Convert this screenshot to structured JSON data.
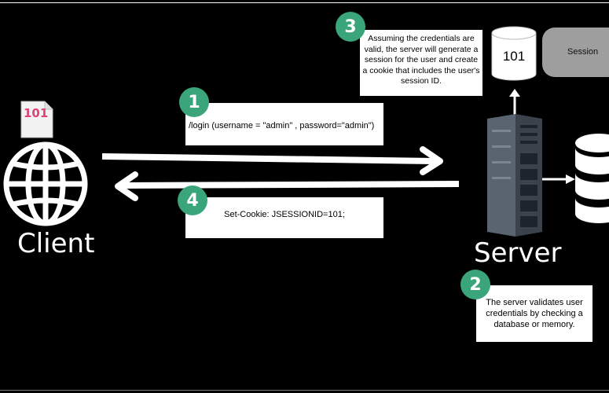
{
  "labels": {
    "client": "Client",
    "server": "Server",
    "session": "Session",
    "session_id": "101",
    "doc_icon_text": "101"
  },
  "steps": [
    {
      "number": "1",
      "text": "/login (username = \"admin\" , password=\"admin\")"
    },
    {
      "number": "2",
      "text": "The server validates user credentials by checking a database or memory."
    },
    {
      "number": "3",
      "text": "Assuming the credentials are valid, the server will generate a session for the user and create a cookie that includes the user's session ID."
    },
    {
      "number": "4",
      "text": "Set-Cookie: JSESSIONID=101;"
    }
  ],
  "colors": {
    "background": "#000000",
    "badge": "#3aa57a",
    "session_box": "#9e9e9e",
    "doc_text": "#e0417a"
  }
}
